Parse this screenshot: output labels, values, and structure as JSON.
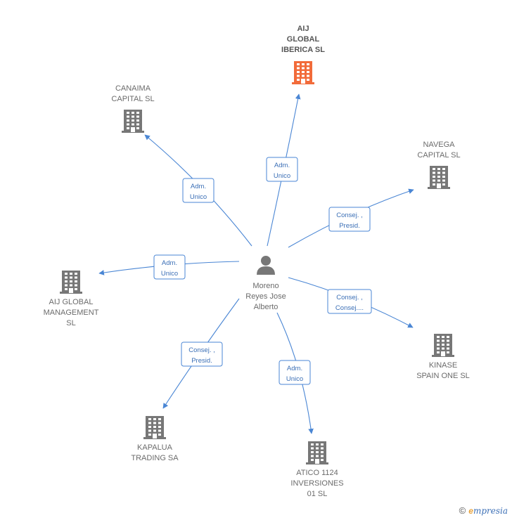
{
  "center": {
    "name_lines": [
      "Moreno",
      "Reyes Jose",
      "Alberto"
    ],
    "icon": "person-icon"
  },
  "companies": [
    {
      "id": "aij-global-iberica",
      "name_lines": [
        "AIJ",
        "GLOBAL",
        "IBERICA  SL"
      ],
      "icon": "building-icon",
      "color": "#f26b3a",
      "highlight": true
    },
    {
      "id": "canaima-capital",
      "name_lines": [
        "CANAIMA",
        "CAPITAL  SL"
      ],
      "icon": "building-icon",
      "color": "#777777"
    },
    {
      "id": "navega-capital",
      "name_lines": [
        "NAVEGA",
        "CAPITAL  SL"
      ],
      "icon": "building-icon",
      "color": "#777777"
    },
    {
      "id": "aij-global-management",
      "name_lines": [
        "AIJ GLOBAL",
        "MANAGEMENT",
        "SL"
      ],
      "icon": "building-icon",
      "color": "#777777"
    },
    {
      "id": "kinase-spain-one",
      "name_lines": [
        "KINASE",
        "SPAIN ONE  SL"
      ],
      "icon": "building-icon",
      "color": "#777777"
    },
    {
      "id": "kapalua-trading",
      "name_lines": [
        "KAPALUA",
        "TRADING SA"
      ],
      "icon": "building-icon",
      "color": "#777777"
    },
    {
      "id": "atico-1124",
      "name_lines": [
        "ATICO 1124",
        "INVERSIONES",
        "01  SL"
      ],
      "icon": "building-icon",
      "color": "#777777"
    }
  ],
  "relations": [
    {
      "target": "aij-global-iberica",
      "label_lines": [
        "Adm.",
        "Unico"
      ]
    },
    {
      "target": "canaima-capital",
      "label_lines": [
        "Adm.",
        "Unico"
      ]
    },
    {
      "target": "navega-capital",
      "label_lines": [
        "Consej. ,",
        "Presid."
      ]
    },
    {
      "target": "aij-global-management",
      "label_lines": [
        "Adm.",
        "Unico"
      ]
    },
    {
      "target": "kinase-spain-one",
      "label_lines": [
        "Consej. ,",
        "Consej...."
      ]
    },
    {
      "target": "kapalua-trading",
      "label_lines": [
        "Consej. ,",
        "Presid."
      ]
    },
    {
      "target": "atico-1124",
      "label_lines": [
        "Adm.",
        "Unico"
      ]
    }
  ],
  "colors": {
    "edge": "#4a86d4",
    "edge_text": "#3b6fb6",
    "building": "#777777",
    "building_highlight": "#f26b3a"
  },
  "footer": {
    "copyright": "©",
    "brand_first": "e",
    "brand_rest": "mpresia"
  }
}
